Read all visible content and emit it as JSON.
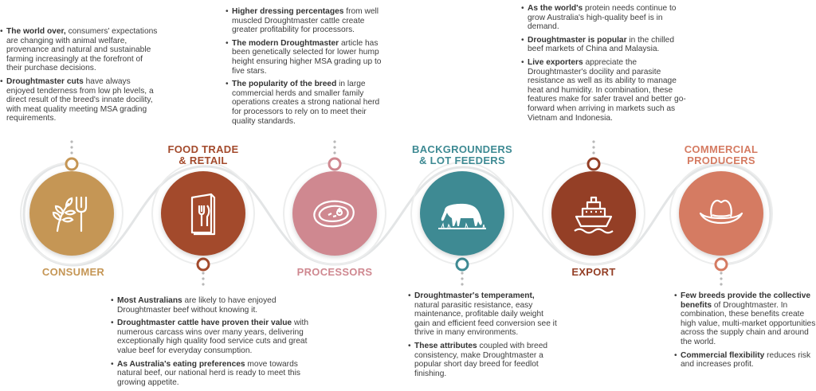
{
  "colors": {
    "consumer": "#c59655",
    "food": "#a34a2c",
    "processors": "#cf8890",
    "backgrounders": "#3e8a93",
    "export": "#943f26",
    "commercial": "#d57b62"
  },
  "stages": {
    "consumer": {
      "label": "CONSUMER",
      "icon": "wheat-fork-icon"
    },
    "food": {
      "label": "FOOD TRADE\n& RETAIL",
      "icon": "menu-book-icon"
    },
    "processors": {
      "label": "PROCESSORS",
      "icon": "steak-icon"
    },
    "backgrounders": {
      "label": "BACKGROUNDERS\n& LOT FEEDERS",
      "icon": "grazing-cow-icon"
    },
    "export": {
      "label": "EXPORT",
      "icon": "ship-icon"
    },
    "commercial": {
      "label": "COMMERCIAL\nPRODUCERS",
      "icon": "cowboy-hat-icon"
    }
  },
  "notes": {
    "consumer": [
      {
        "b": "The world over,",
        "t": " consumers' expectations are changing with animal welfare, provenance and natural and sustainable farming increasingly at the forefront of their purchase decisions."
      },
      {
        "b": "Droughtmaster cuts",
        "t": " have always enjoyed tenderness from low ph levels, a direct result of the breed's innate docility, with meat quality meeting MSA grading requirements."
      }
    ],
    "processors": [
      {
        "b": "Higher dressing percentages",
        "t": " from well muscled Droughtmaster cattle create greater profitability for processors."
      },
      {
        "b": "The modern Droughtmaster",
        "t": " article has been genetically selected for lower hump height ensuring higher MSA grading up to five stars."
      },
      {
        "b": "The popularity of the breed",
        "t": " in large commercial herds and smaller family operations creates a strong national herd for processors to rely on to meet their quality standards."
      }
    ],
    "export": [
      {
        "b": "As the world's",
        "t": " protein needs continue to grow Australia's high-quality beef is in demand."
      },
      {
        "b": "Droughtmaster is popular",
        "t": " in the chilled beef markets of China and Malaysia."
      },
      {
        "b": "Live exporters",
        "t": " appreciate the Droughtmaster's docility and parasite resistance as well as its ability to manage heat and humidity. In combination, these features make for safer travel and better go-forward when arriving in markets such as Vietnam and Indonesia."
      }
    ],
    "food": [
      {
        "b": "Most Australians",
        "t": " are likely to have enjoyed Droughtmaster beef without knowing it."
      },
      {
        "b": "Droughtmaster cattle have proven their value",
        "t": " with numerous carcass wins over many years, delivering exceptionally high quality food service cuts and great value beef for everyday consumption."
      },
      {
        "b": "As Australia's eating preferences",
        "t": " move towards natural beef, our national herd is ready to meet this growing appetite."
      }
    ],
    "backgrounders": [
      {
        "b": "Droughtmaster's temperament,",
        "t": " natural parasitic resistance, easy maintenance, profitable daily weight gain and efficient feed conversion see it thrive in many environments."
      },
      {
        "b": "These attributes",
        "t": " coupled with breed consistency, make Droughtmaster a popular short day breed for feedlot finishing."
      }
    ],
    "commercial": [
      {
        "b": "Few breeds provide the collective benefits",
        "t": " of Droughtmaster. In combination, these benefits create high value, multi-market opportunities across the supply chain and around the world."
      },
      {
        "b": "Commercial flexibility",
        "t": " reduces risk and increases profit."
      }
    ]
  }
}
